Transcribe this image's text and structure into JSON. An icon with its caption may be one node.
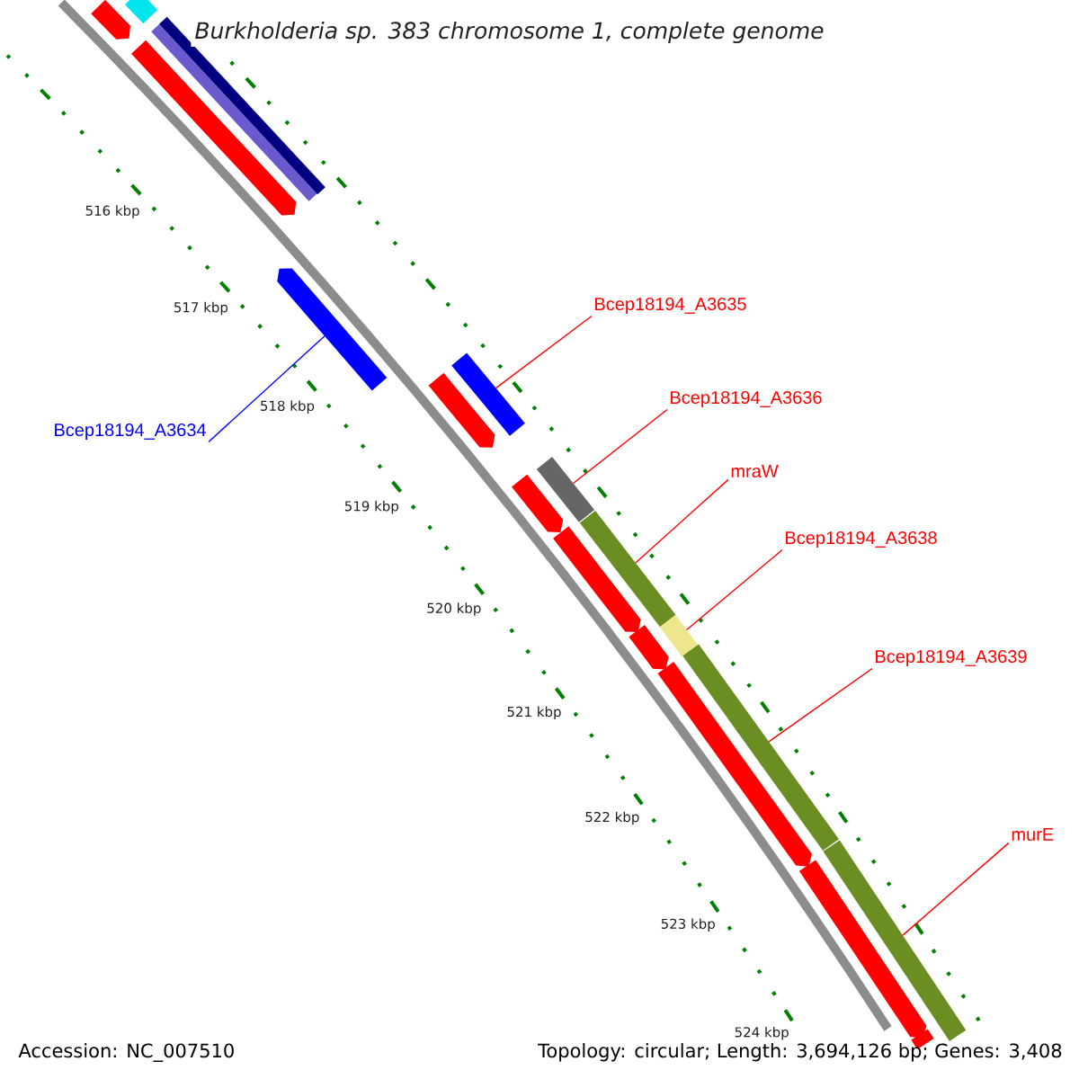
{
  "diagram": {
    "title": "Burkholderia sp. 383 chromosome 1, complete genome",
    "nodes": [
      {
        "text": [
          "Bcep18194_A3635"
        ]
      },
      {
        "text": [
          "Bcep18194_A3636"
        ]
      },
      {
        "text": [
          "Bcep18194_A3634"
        ]
      },
      {
        "text": [
          "mraW"
        ]
      },
      {
        "text": [
          "Bcep18194_A3638"
        ]
      },
      {
        "text": [
          "Bcep18194_A3639"
        ]
      },
      {
        "text": [
          "murE"
        ]
      },
      {
        "text": [],
        "shape": "bar"
      },
      {
        "text": [],
        "shape": "bar"
      },
      {
        "text": [],
        "shape": "bar"
      },
      {
        "text": [],
        "shape": "bar"
      },
      {
        "text": [],
        "shape": "bar"
      },
      {
        "text": [],
        "shape": "bar"
      },
      {
        "text": [],
        "shape": "bar"
      },
      {
        "text": [],
        "shape": "bar"
      },
      {
        "text": [],
        "shape": "bar"
      },
      {
        "text": [],
        "shape": "bar"
      },
      {
        "text": [],
        "shape": "bar"
      },
      {
        "text": [],
        "shape": "bar"
      },
      {
        "text": [],
        "shape": "bar"
      },
      {
        "text": [],
        "shape": "bar"
      },
      {
        "text": [],
        "shape": "bar"
      },
      {
        "text": [],
        "shape": "bar"
      },
      {
        "text": [],
        "shape": "bar"
      },
      {
        "text": [],
        "shape": "bar"
      },
      {
        "text": [],
        "shape": "bar"
      }
    ],
    "edges": [
      {
        "from": 0,
        "to": 14,
        "arrow": "none"
      },
      {
        "from": 1,
        "to": 16,
        "arrow": "none"
      },
      {
        "from": 2,
        "to": 12,
        "arrow": "none",
        "color": "#0000ff"
      },
      {
        "from": 3,
        "to": 18,
        "arrow": "none"
      },
      {
        "from": 4,
        "to": 19,
        "arrow": "none"
      },
      {
        "from": 5,
        "to": 22,
        "arrow": "none"
      },
      {
        "from": 6,
        "to": 24,
        "arrow": "none"
      }
    ],
    "labels": [
      "516 kbp",
      "517 kbp",
      "518 kbp",
      "519 kbp",
      "520 kbp",
      "521 kbp",
      "522 kbp",
      "523 kbp",
      "524 kbp",
      "Accession: NC_007510",
      "Topology: circular; Length: 3,694,126 bp; Genes: 3,408"
    ]
  }
}
